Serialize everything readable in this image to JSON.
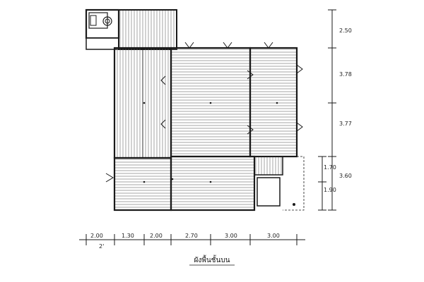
{
  "plan": {
    "title": "ผังพื้นชั้นบน",
    "horizontal_dims": [
      "2.00",
      "1.30",
      "2.00",
      "2.70",
      "3.00",
      "3.00"
    ],
    "horizontal_sub": "2'",
    "vertical_dims": [
      "2.50",
      "3.78",
      "3.77",
      "3.60"
    ],
    "vertical_sub_dims": [
      "1.70",
      "1.90"
    ],
    "colors": {
      "ink": "#1a1a1a",
      "paper": "#ffffff",
      "hatch": "#555555"
    }
  }
}
